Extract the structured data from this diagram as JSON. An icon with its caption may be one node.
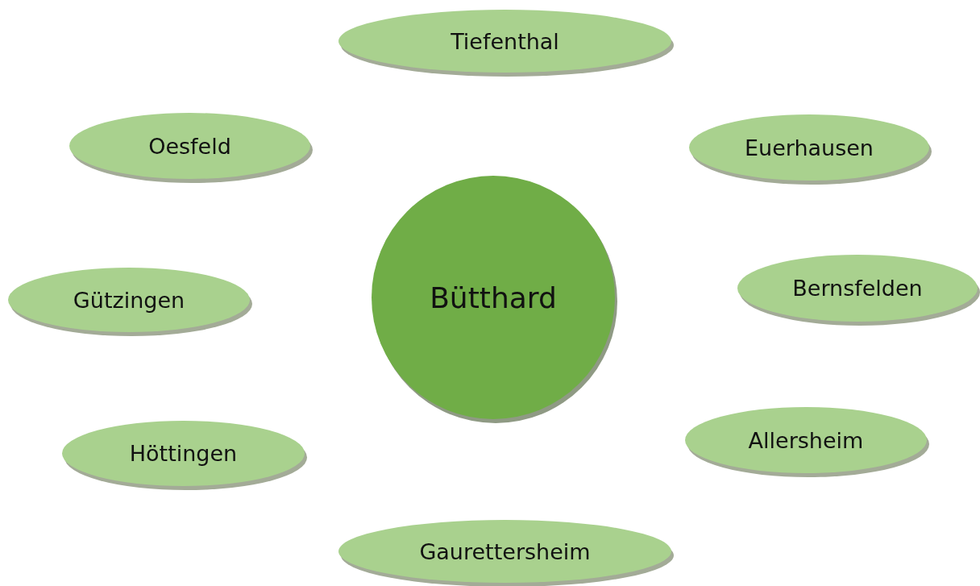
{
  "diagram": {
    "nodes": [
      {
        "text": [
          "Tiefenthal"
        ]
      },
      {
        "text": [
          "Oesfeld"
        ]
      },
      {
        "text": [
          "Euerhausen"
        ]
      },
      {
        "text": [
          "Bernsfelden"
        ]
      },
      {
        "text": [
          "Bütthard"
        ]
      },
      {
        "text": [
          "Gützingen"
        ]
      },
      {
        "text": [
          "Allersheim"
        ]
      },
      {
        "text": [
          "Höttingen"
        ]
      },
      {
        "text": [
          "Gaurettersheim"
        ]
      }
    ]
  }
}
